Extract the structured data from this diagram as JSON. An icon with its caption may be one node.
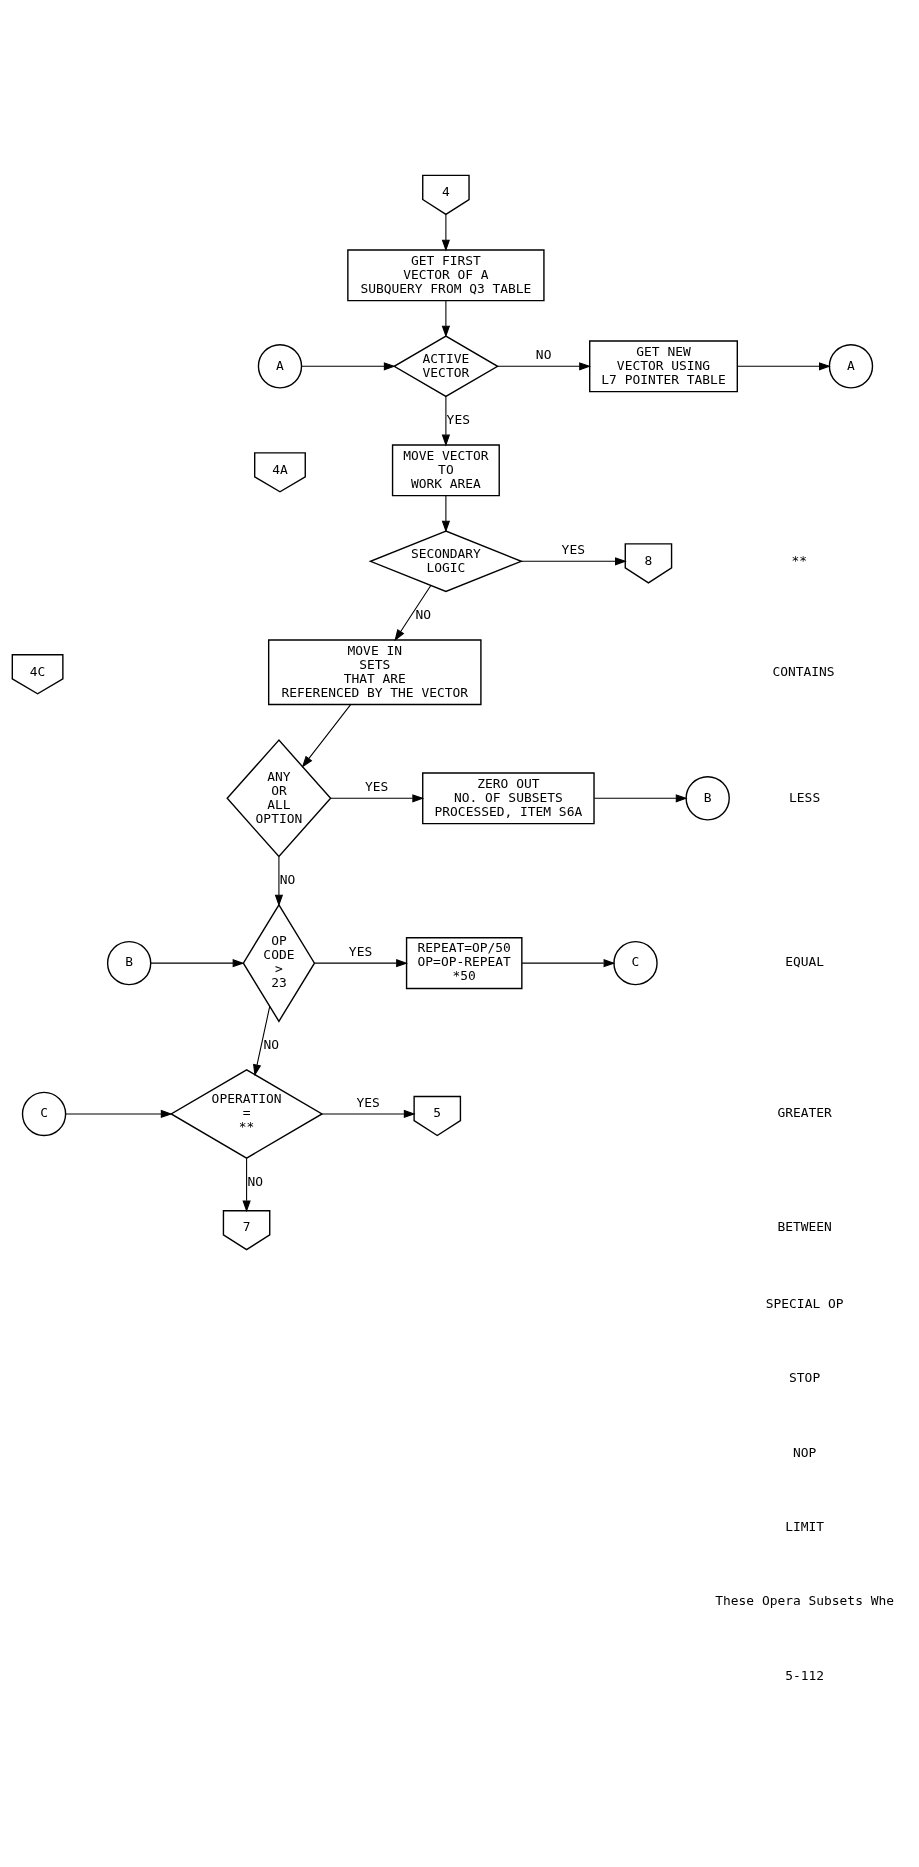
{
  "diagram": {
    "nodes": [
      {
        "text": [
          "4"
        ]
      },
      {
        "text": [
          "GET FIRST VECTOR OF A SUBQUERY FROM Q3 TABLE"
        ]
      },
      {
        "text": [
          "4A"
        ]
      },
      {
        "text": [
          "A"
        ]
      },
      {
        "text": [
          "ACTIVE VECTOR"
        ]
      },
      {
        "text": [
          "GET NEW VECTOR USING L7 POINTER TABLE"
        ]
      },
      {
        "text": [
          "A"
        ]
      },
      {
        "text": [
          "MOVE VECTOR TO WORK AREA"
        ]
      },
      {
        "text": [
          "SECONDARY LOGIC"
        ]
      },
      {
        "text": [
          "8"
        ]
      },
      {
        "text": [
          "MOVE IN SETS THAT ARE REFERENCED BY THE VECTOR"
        ]
      },
      {
        "text": [
          "ANY OR ALL OPTION"
        ]
      },
      {
        "text": [
          "ZERO OUT NO. OF SUBSETS PROCESSED, ITEM S6A"
        ]
      },
      {
        "text": [
          "B"
        ]
      },
      {
        "text": [
          "B"
        ]
      },
      {
        "text": [
          "OP CODE > 23"
        ]
      },
      {
        "text": [
          "REPEAT=OP/50 OP=OP-REPEAT *50"
        ]
      },
      {
        "text": [
          "C"
        ]
      },
      {
        "text": [
          "4C"
        ]
      },
      {
        "text": [
          "C"
        ]
      },
      {
        "text": [
          "OPERATION = **"
        ]
      },
      {
        "text": [
          "5"
        ]
      },
      {
        "text": [
          "7"
        ]
      }
    ],
    "edges": [
      {
        "from": 0,
        "to": 1,
        "arrow": "to"
      },
      {
        "from": 1,
        "to": 4,
        "arrow": "to"
      },
      {
        "from": 3,
        "to": 4,
        "arrow": "to"
      },
      {
        "from": 4,
        "to": 5,
        "arrow": "to",
        "label": "NO"
      },
      {
        "from": 5,
        "to": 6,
        "arrow": "to"
      },
      {
        "from": 4,
        "to": 7,
        "arrow": "to",
        "label": "YES"
      },
      {
        "from": 7,
        "to": 8,
        "arrow": "to"
      },
      {
        "from": 8,
        "to": 9,
        "arrow": "to",
        "label": "YES"
      },
      {
        "from": 8,
        "to": 10,
        "arrow": "to",
        "label": "NO"
      },
      {
        "from": 10,
        "to": 11,
        "arrow": "to"
      },
      {
        "from": 11,
        "to": 12,
        "arrow": "to",
        "label": "YES"
      },
      {
        "from": 12,
        "to": 13,
        "arrow": "to"
      },
      {
        "from": 14,
        "to": 15,
        "arrow": "to"
      },
      {
        "from": 11,
        "to": 15,
        "arrow": "to",
        "label": "NO"
      },
      {
        "from": 15,
        "to": 16,
        "arrow": "to",
        "label": "YES"
      },
      {
        "from": 16,
        "to": 17,
        "arrow": "to"
      },
      {
        "from": 19,
        "to": 20,
        "arrow": "to"
      },
      {
        "from": 15,
        "to": 20,
        "arrow": "to",
        "label": "NO"
      },
      {
        "from": 20,
        "to": 21,
        "arrow": "to",
        "label": "YES"
      },
      {
        "from": 20,
        "to": 22,
        "arrow": "to",
        "label": "NO"
      }
    ],
    "labels": [
      "**",
      "CONTAINS",
      "LESS",
      "EQUAL",
      "GREATER",
      "BETWEEN",
      "SPECIAL OP",
      "STOP",
      "NOP",
      "LIMIT",
      "These Opera Subsets Whe",
      "5-112"
    ]
  }
}
